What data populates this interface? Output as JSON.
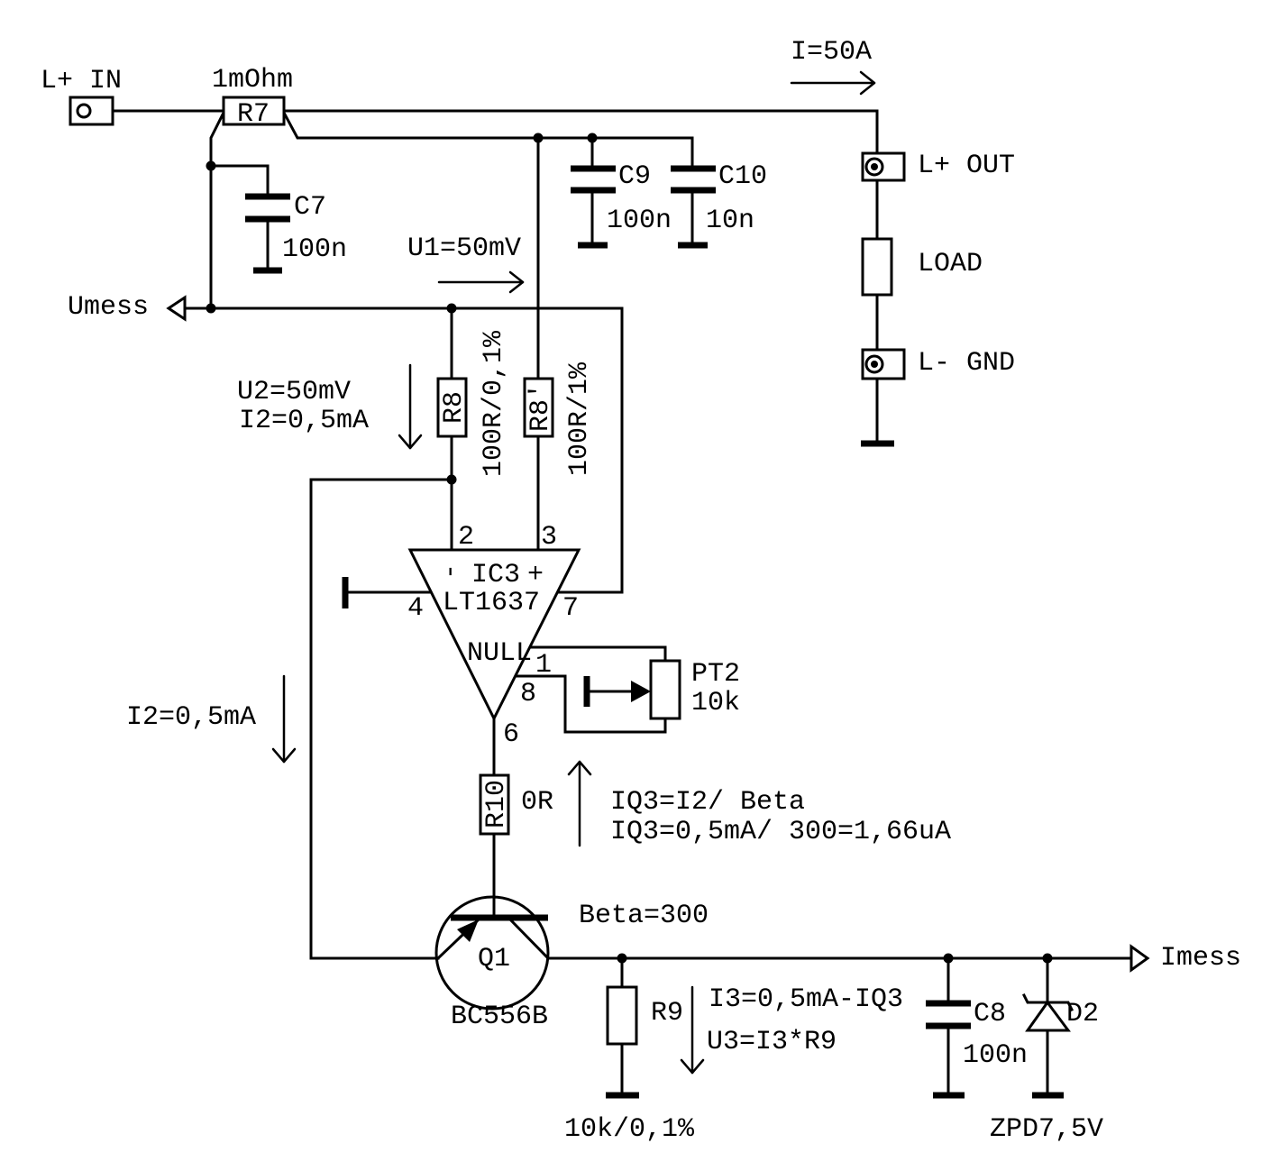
{
  "terminals": {
    "l_plus_in": "L+ IN",
    "l_plus_out": "L+ OUT",
    "l_minus_gnd": "L- GND",
    "umess": "Umess",
    "imess": "Imess"
  },
  "components": {
    "r7": {
      "ref": "R7",
      "value": "1mOhm"
    },
    "load": {
      "label": "LOAD"
    },
    "c7": {
      "ref": "C7",
      "value": "100n"
    },
    "c9": {
      "ref": "C9",
      "value": "100n"
    },
    "c10": {
      "ref": "C10",
      "value": "10n"
    },
    "r8": {
      "ref": "R8",
      "value": "100R/0,1%"
    },
    "r8_prime": {
      "ref": "R8'",
      "value": "100R/1%"
    },
    "ic3": {
      "ref": "IC3",
      "part": "LT1637",
      "minus_marker": "-",
      "plus_marker": "+",
      "null_label": "NULL",
      "pins": {
        "p1": "1",
        "p2": "2",
        "p3": "3",
        "p4": "4",
        "p6": "6",
        "p7": "7",
        "p8": "8"
      }
    },
    "pt2": {
      "ref": "PT2",
      "value": "10k"
    },
    "r10": {
      "ref": "R10",
      "value": "0R"
    },
    "q1": {
      "ref": "Q1",
      "part": "BC556B",
      "beta": "Beta=300"
    },
    "r9": {
      "ref": "R9",
      "value": "10k/0,1%"
    },
    "c8": {
      "ref": "C8",
      "value": "100n"
    },
    "d2": {
      "ref": "D2",
      "value": "ZPD7,5V"
    }
  },
  "annotations": {
    "load_current": "I=50A",
    "u1": "U1=50mV",
    "u2": "U2=50mV",
    "i2_sense": "I2=0,5mA",
    "i2_feedback": "I2=0,5mA",
    "iq3_formula": "IQ3=I2/ Beta",
    "iq3_value": "IQ3=0,5mA/ 300=1,66uA",
    "i3": "I3=0,5mA-IQ3",
    "u3": "U3=I3*R9"
  }
}
